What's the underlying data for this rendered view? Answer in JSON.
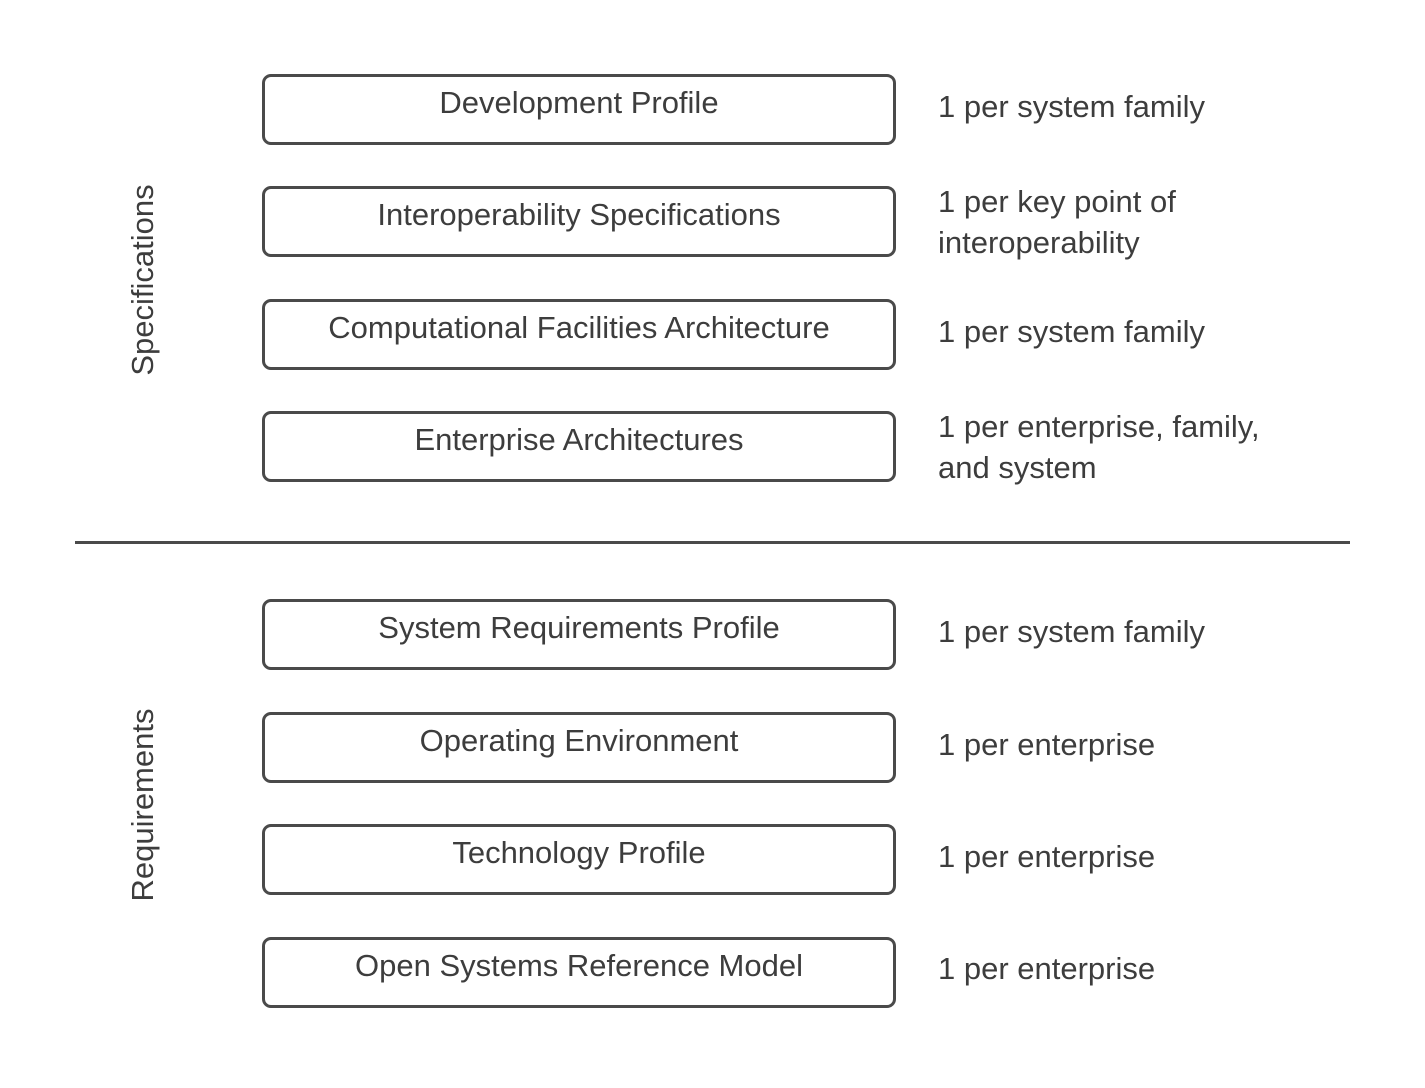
{
  "sections": {
    "specifications_label": "Specifications",
    "requirements_label": "Requirements"
  },
  "specifications": [
    {
      "box": "Development Profile",
      "note": "1 per system family"
    },
    {
      "box": "Interoperability Specifications",
      "note": "1 per key point of interoperability"
    },
    {
      "box": "Computational Facilities Architecture",
      "note": "1 per system family"
    },
    {
      "box": "Enterprise Architectures",
      "note": "1 per enterprise, family, and system"
    }
  ],
  "requirements": [
    {
      "box": "System Requirements Profile",
      "note": "1 per system family"
    },
    {
      "box": "Operating Environment",
      "note": "1 per enterprise"
    },
    {
      "box": "Technology Profile",
      "note": "1 per enterprise"
    },
    {
      "box": "Open Systems Reference Model",
      "note": "1 per enterprise"
    }
  ],
  "colors": {
    "stroke": "#4a4a4a",
    "text": "#3d3d3d",
    "background": "#ffffff"
  }
}
